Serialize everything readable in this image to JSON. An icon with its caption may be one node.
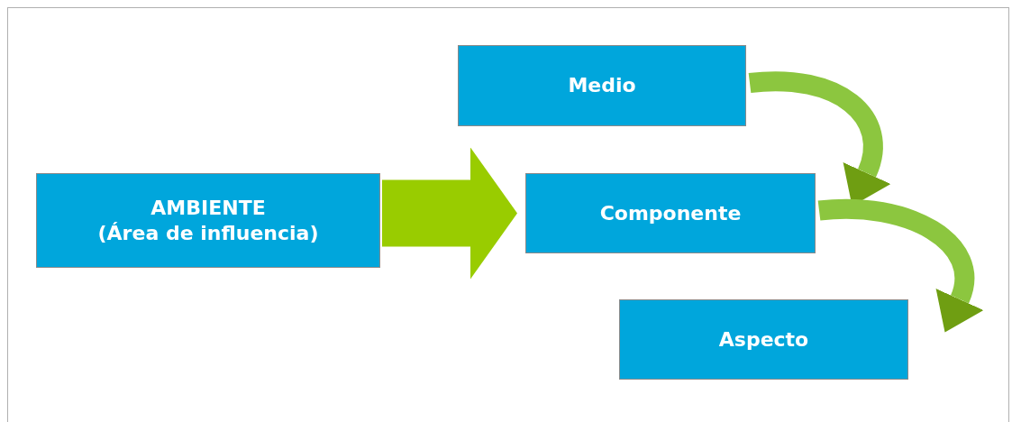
{
  "diagram": {
    "nodes": [
      {
        "text": [
          "AMBIENTE",
          "(Área de influencia)"
        ]
      },
      {
        "text": [
          "Medio"
        ]
      },
      {
        "text": [
          "Componente"
        ]
      },
      {
        "text": [
          "Aspecto"
        ]
      }
    ],
    "edges": [
      {
        "from": 0,
        "to": 2,
        "arrow": "to",
        "style": "thick"
      },
      {
        "from": 1,
        "to": 2,
        "arrow": "to"
      },
      {
        "from": 2,
        "to": 3,
        "arrow": "to"
      }
    ]
  }
}
